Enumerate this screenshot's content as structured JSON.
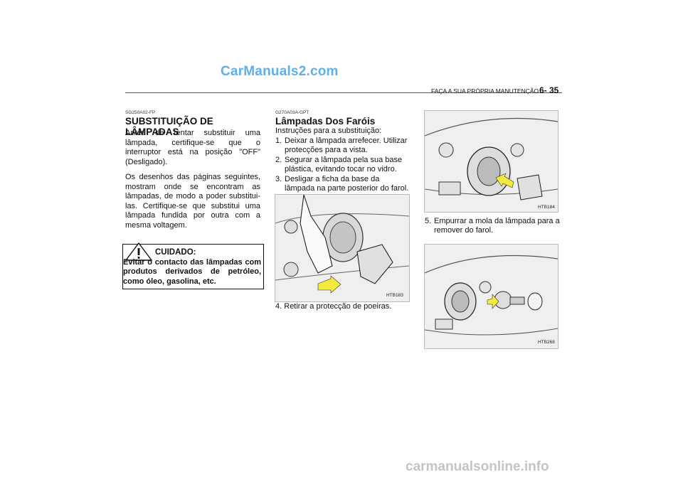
{
  "watermark_top": "CarManuals2.com",
  "header": {
    "running_title": "FAÇA A SUA PRÓPRIA MANUTENÇÃO",
    "page_number": "6- 35"
  },
  "section1": {
    "code": "SG250A02-FP",
    "title": "SUBSTITUIÇÃO DE LÂMPADAS",
    "para1": "Antes de tentar substituir uma lâmpada, certifique-se que o interruptor está na posição \"OFF\" (Desligado).",
    "para2": "Os desenhos das páginas seguintes, mostram onde se encontram as lâmpadas, de modo a poder substitui-las. Certifique-se que substitui uma lâmpada fundida por outra com a mesma voltagem."
  },
  "caution": {
    "icon": "warning-triangle-icon",
    "title": "CUIDADO:",
    "text": "Evitar o contacto das lâmpadas com produtos derivados de petróleo, como óleo, gasolina, etc."
  },
  "section2": {
    "code": "G270A03A-GPT",
    "title": "Lâmpadas Dos Faróis",
    "intro": "Instruções para a substituição:",
    "steps": [
      {
        "num": "1.",
        "text": "Deixar a lâmpada arrefecer. Utilizar protecções para a vista."
      },
      {
        "num": "2.",
        "text": "Segurar a lâmpada pela sua base plástica, evitando tocar no vidro."
      },
      {
        "num": "3.",
        "text": "Desligar a ficha da base da lâmpada na parte posterior do farol."
      }
    ],
    "figure_label": "HTB183",
    "step4": {
      "num": "4.",
      "text": "Retirar a protecção de poeiras."
    }
  },
  "section3": {
    "figure1_label": "HTB184",
    "step5": {
      "num": "5.",
      "text": "Empurrar a mola da lâmpada para a remover do farol."
    },
    "figure2_label": "HTB268"
  },
  "watermark_bottom": "carmanualsonline.info",
  "colors": {
    "arrow": "#f2ea3c",
    "watermark_top": "#5fb0e6"
  }
}
